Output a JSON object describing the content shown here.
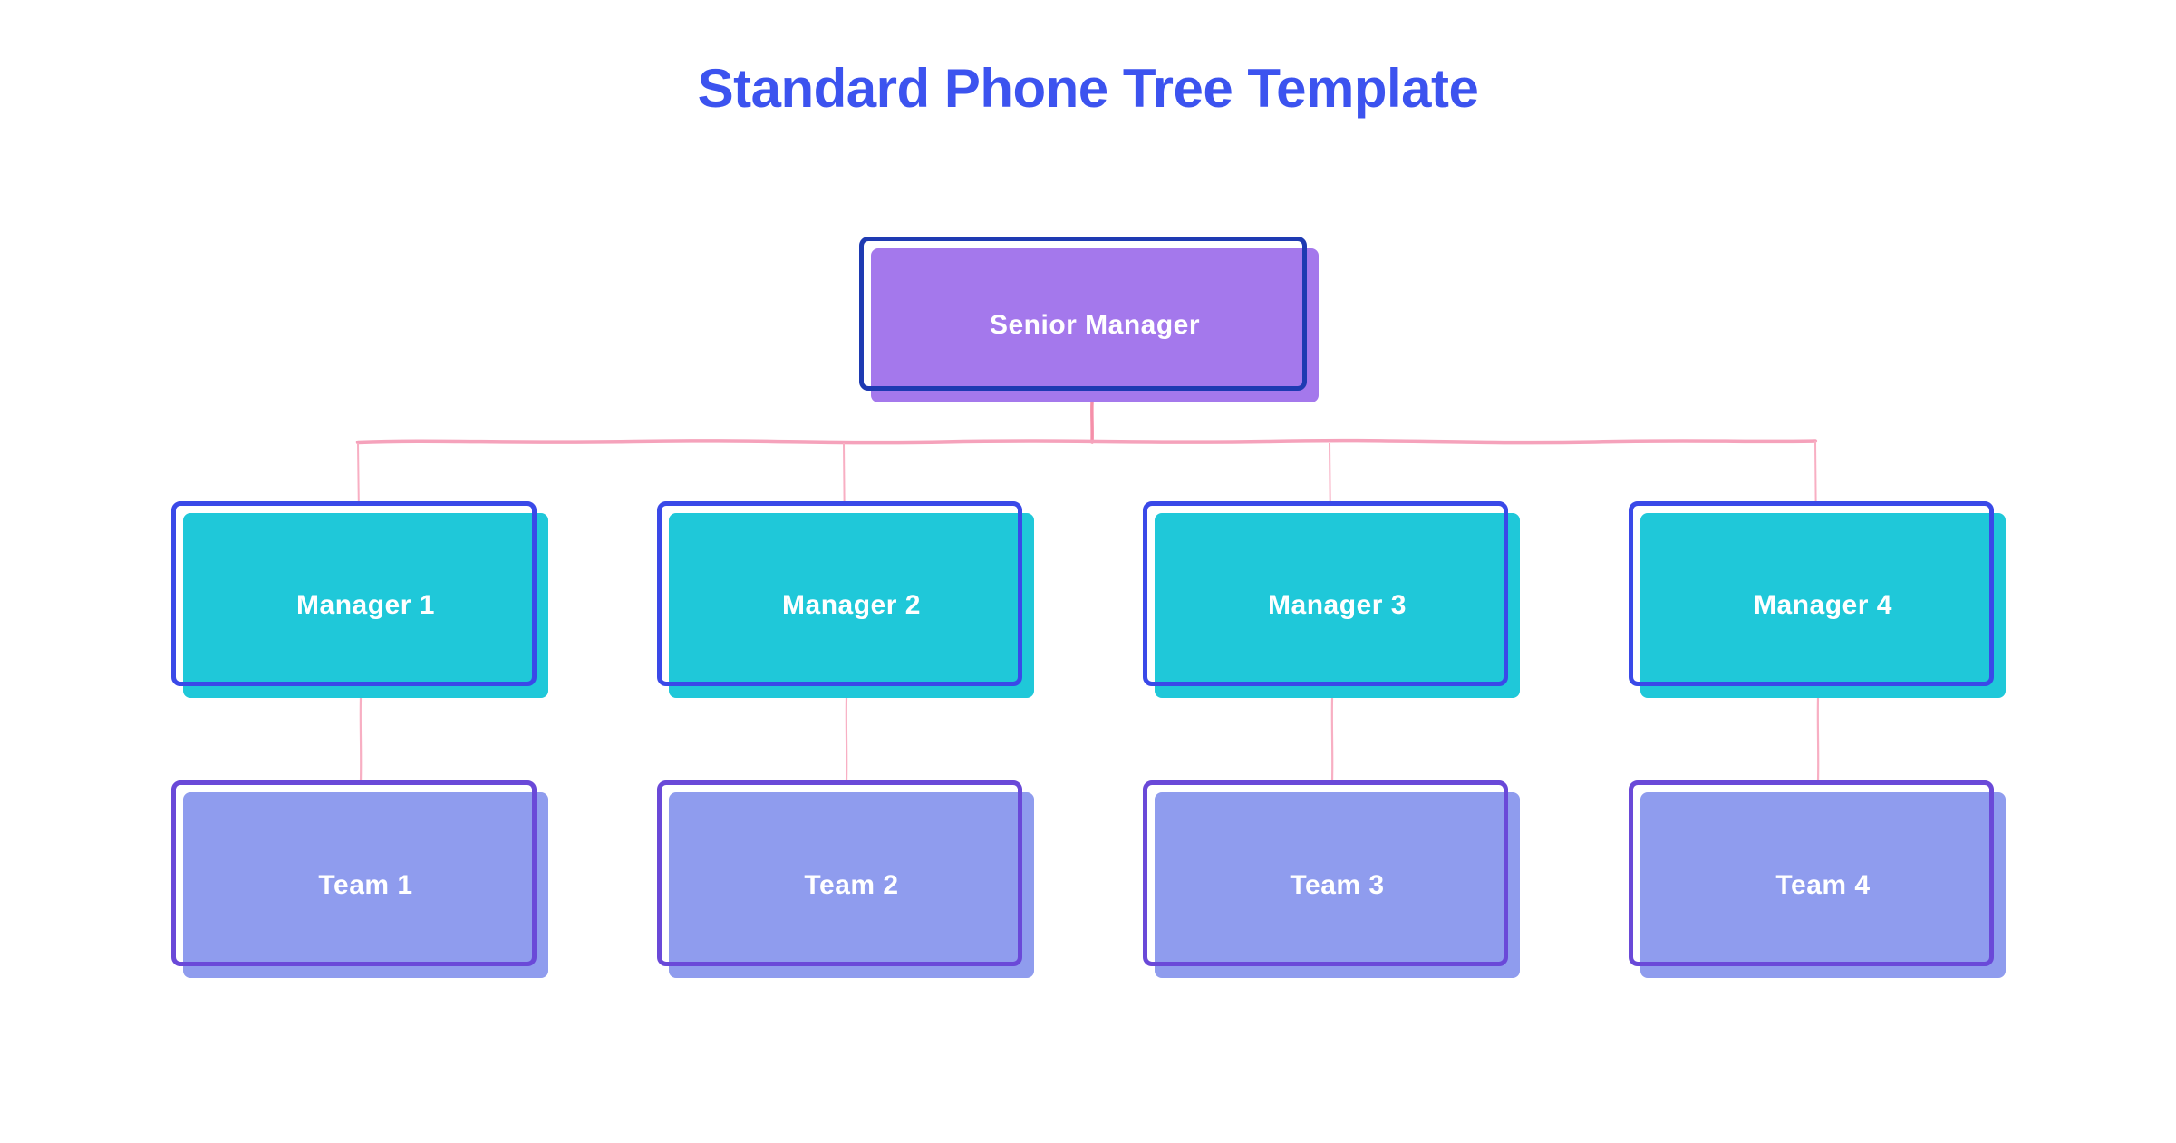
{
  "title": {
    "text": "Standard Phone Tree Template"
  },
  "colors": {
    "title": "#3C53EF",
    "label": "#FFFFFF",
    "senior_fill": "#A478EC",
    "senior_outline": "#1E3AB2",
    "manager_fill": "#1FC8D9",
    "manager_outline": "#3A49E8",
    "team_fill": "#8F9CEE",
    "team_outline": "#6A49D8",
    "connector_main": "#F58FA9",
    "connector_branch": "#F5A2BB",
    "connector_thin": "#F8AFC3"
  },
  "nodes": {
    "senior": {
      "label": "Senior Manager"
    },
    "managers": [
      {
        "label": "Manager 1"
      },
      {
        "label": "Manager 2"
      },
      {
        "label": "Manager 3"
      },
      {
        "label": "Manager 4"
      }
    ],
    "teams": [
      {
        "label": "Team 1"
      },
      {
        "label": "Team 2"
      },
      {
        "label": "Team 3"
      },
      {
        "label": "Team 4"
      }
    ]
  }
}
